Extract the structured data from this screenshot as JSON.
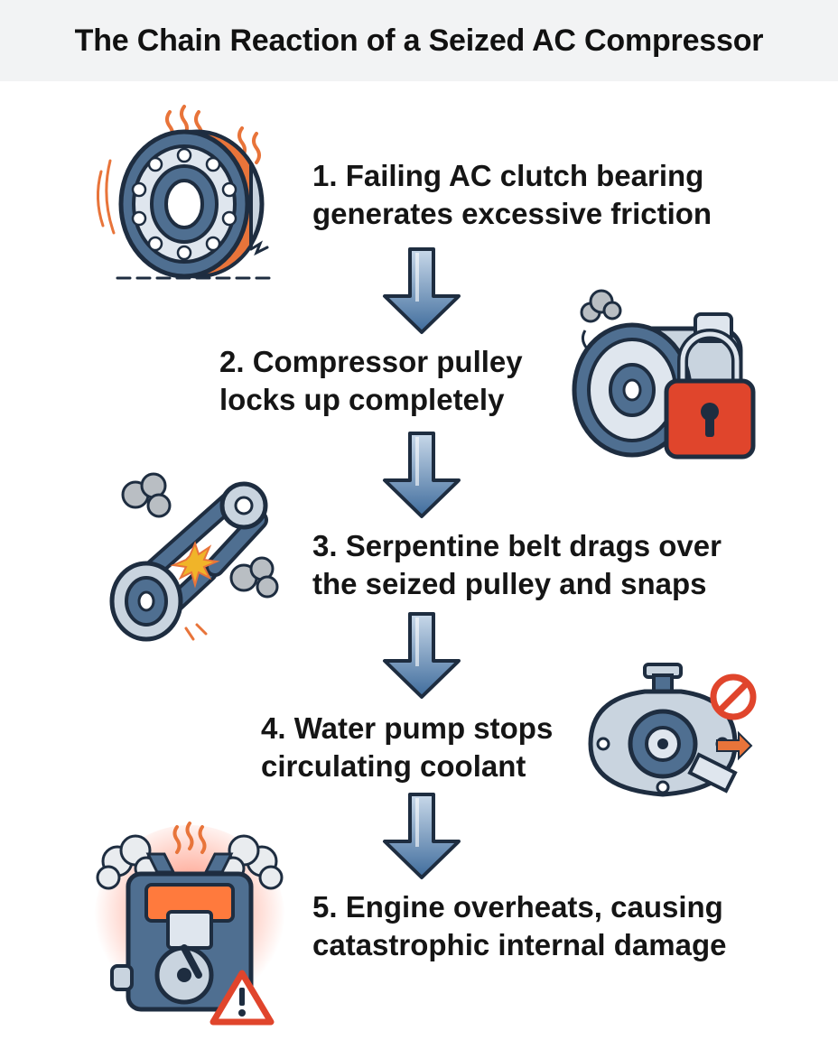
{
  "title": "The Chain Reaction of a Seized AC Compressor",
  "steps": [
    {
      "lines": [
        "1. Failing AC clutch bearing",
        "generates excessive friction"
      ],
      "icon": "hot-bearing-icon"
    },
    {
      "lines": [
        "2. Compressor pulley",
        "locks up completely"
      ],
      "icon": "locked-compressor-icon"
    },
    {
      "lines": [
        "3. Serpentine belt drags over",
        "the seized pulley and snaps"
      ],
      "icon": "snapped-belt-icon"
    },
    {
      "lines": [
        "4. Water pump stops",
        "circulating coolant"
      ],
      "icon": "stopped-water-pump-icon"
    },
    {
      "lines": [
        "5. Engine overheats, causing",
        "catastrophic internal damage"
      ],
      "icon": "overheated-engine-icon"
    }
  ],
  "flow_arrow_icon": "down-arrow-icon",
  "colors": {
    "steel": "#4f6f91",
    "outline": "#1e2d40",
    "heat_orange": "#e8743a",
    "alert_red": "#e0452c",
    "arrow_blue": "#3f6c9c",
    "smoke_grey": "#b9bec3"
  }
}
